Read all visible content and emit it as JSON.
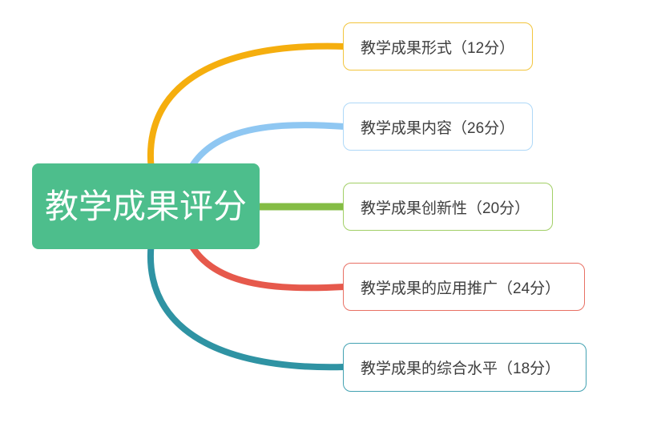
{
  "root": {
    "label": "教学成果评分",
    "fill_color": "#4DBE8C",
    "text_color": "#FFFFFF"
  },
  "branches": [
    {
      "label": "教学成果形式（12分）",
      "line_color": "#F5AE0E",
      "border_color": "#F2C53D"
    },
    {
      "label": "教学成果内容（26分）",
      "line_color": "#8FC7F2",
      "border_color": "#AED8F8"
    },
    {
      "label": "教学成果创新性（20分）",
      "line_color": "#84BC44",
      "border_color": "#A2CF66"
    },
    {
      "label": "教学成果的应用推广（24分）",
      "line_color": "#E6594C",
      "border_color": "#E87064"
    },
    {
      "label": "教学成果的综合水平（18分）",
      "line_color": "#2F93A3",
      "border_color": "#43A2B2"
    }
  ],
  "branch_text_color": "#3E3E3E",
  "background_color": "#FFFFFF"
}
